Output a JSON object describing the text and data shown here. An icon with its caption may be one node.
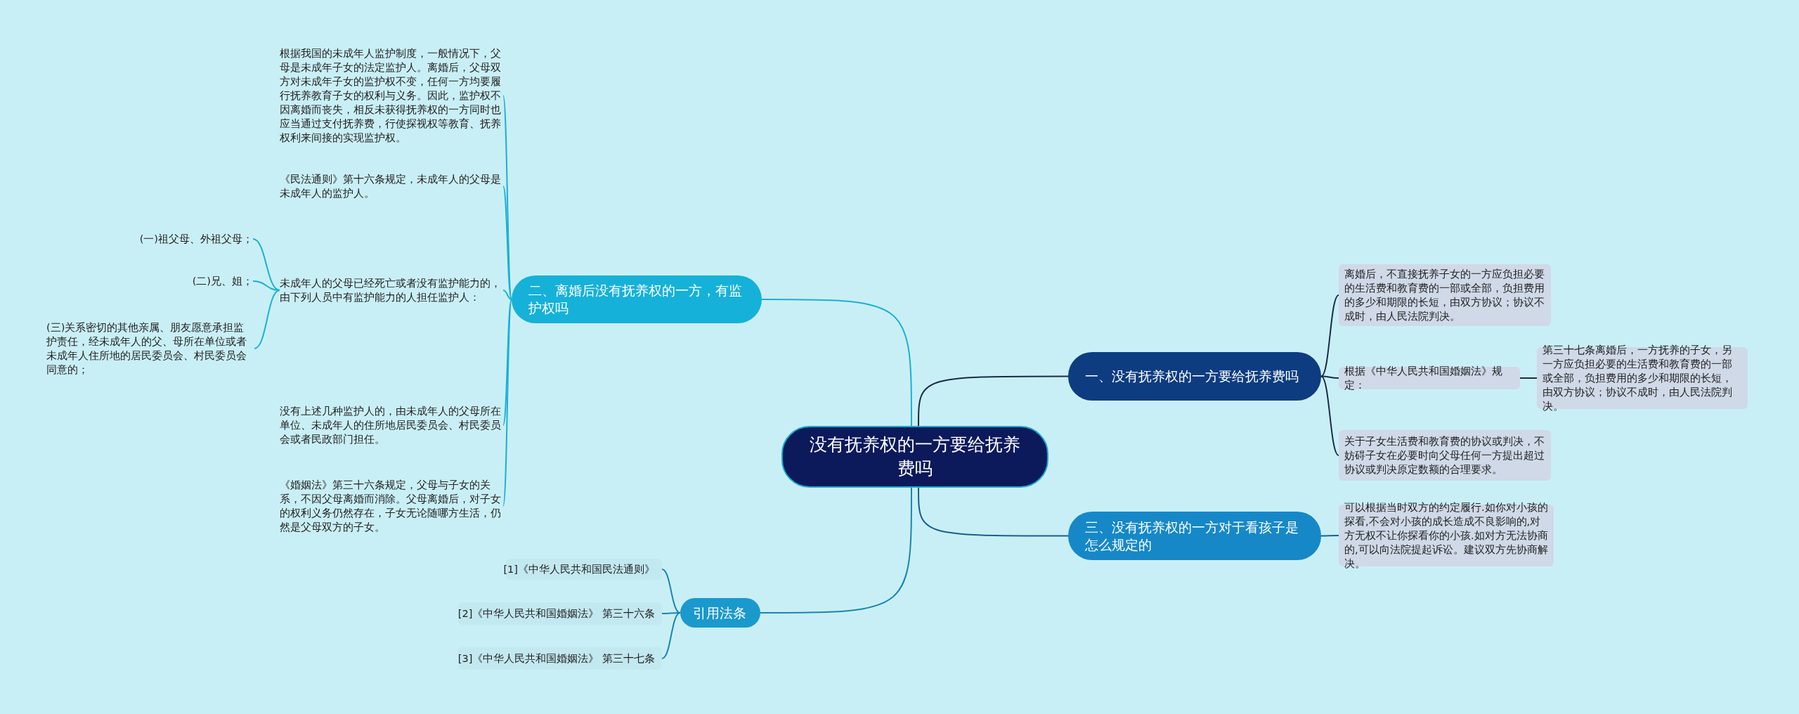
{
  "diagram": {
    "nodes": [
      {
        "text": [
          "没有抚养权的一方要给抚养费吗"
        ]
      },
      {
        "text": [
          "一、没有抚养权的一方要给抚养费吗"
        ]
      },
      {
        "text": [
          "二、离婚后没有抚养权的一方，有监护权吗"
        ]
      },
      {
        "text": [
          "三、没有抚养权的一方对于看孩子是怎么规定的"
        ]
      },
      {
        "text": [
          "引用法条"
        ]
      },
      {
        "text": [
          "离婚后，不直接抚养子女的一方应负担必要的生活费和教育费的一部或全部，负担费用的多少和期限的长短，由双方协议；协议不成时，由人民法院判决。"
        ]
      },
      {
        "text": [
          "根据《中华人民共和国婚姻法》规定："
        ]
      },
      {
        "text": [
          "第三十七条离婚后，一方抚养的子女，另一方应负担必要的生活费和教育费的一部或全部，负担费用的多少和期限的长短，由双方协议；协议不成时，由人民法院判决。"
        ]
      },
      {
        "text": [
          "关于子女生活费和教育费的协议或判决，不妨碍子女在必要时向父母任何一方提出超过协议或判决原定数额的合理要求。"
        ]
      },
      {
        "text": [
          "可以根据当时双方的约定履行.如你对小孩的探看,不会对小孩的成长造成不良影响的,对方无权不让你探看你的小孩.如对方无法协商的,可以向法院提起诉讼。建议双方先协商解决。"
        ]
      },
      {
        "text": [
          "根据我国的未成年人监护制度，一般情况下，父母是未成年子女的法定监护人。离婚后，父母双方对未成年子女的监护权不变，任何一方均要履行抚养教育子女的权利与义务。因此，监护权不因离婚而丧失，相反未获得抚养权的一方同时也应当通过支付抚养费，行使探视权等教育、抚养权利来间接的实现监护权。"
        ]
      },
      {
        "text": [
          "《民法通则》第十六条规定，未成年人的父母是未成年人的监护人。"
        ]
      },
      {
        "text": [
          "未成年人的父母已经死亡或者没有监护能力的，由下列人员中有监护能力的人担任监护人："
        ]
      },
      {
        "text": [
          "(一)祖父母、外祖父母；"
        ]
      },
      {
        "text": [
          "(二)兄、姐；"
        ]
      },
      {
        "text": [
          "(三)关系密切的其他亲属、朋友愿意承担监护责任，经未成年人的父、母所在单位或者未成年人住所地的居民委员会、村民委员会同意的；"
        ]
      },
      {
        "text": [
          "没有上述几种监护人的，由未成年人的父母所在单位、未成年人的住所地居民委员会、村民委员会或者民政部门担任。"
        ]
      },
      {
        "text": [
          "《婚姻法》第三十六条规定，父母与子女的关系，不因父母离婚而消除。父母离婚后，对子女的权利义务仍然存在，子女无论随哪方生活，仍然是父母双方的子女。"
        ]
      },
      {
        "text": [
          "[1]《中华人民共和国民法通则》"
        ]
      },
      {
        "text": [
          "[2]《中华人民共和国婚姻法》 第三十六条"
        ]
      },
      {
        "text": [
          "[3]《中华人民共和国婚姻法》 第三十七条"
        ]
      }
    ],
    "edges": [
      {
        "from": 0,
        "to": 1,
        "arrow": "none",
        "color": "#1b2a48"
      },
      {
        "from": 0,
        "to": 2,
        "arrow": "none"
      },
      {
        "from": 0,
        "to": 3,
        "arrow": "none",
        "color": "#1a5f90"
      },
      {
        "from": 0,
        "to": 4,
        "arrow": "none",
        "color": "#1a86b0"
      },
      {
        "from": 1,
        "to": 5,
        "arrow": "none",
        "color": "#1b2a48"
      },
      {
        "from": 1,
        "to": 6,
        "arrow": "none",
        "color": "#1b2a48"
      },
      {
        "from": 6,
        "to": 7,
        "arrow": "none",
        "color": "#1b2a48"
      },
      {
        "from": 1,
        "to": 8,
        "arrow": "none",
        "color": "#1b2a48"
      },
      {
        "from": 3,
        "to": 9,
        "arrow": "none",
        "color": "#1a5f90"
      },
      {
        "from": 2,
        "to": 10,
        "arrow": "none"
      },
      {
        "from": 2,
        "to": 11,
        "arrow": "none"
      },
      {
        "from": 2,
        "to": 12,
        "arrow": "none"
      },
      {
        "from": 12,
        "to": 13,
        "arrow": "none"
      },
      {
        "from": 12,
        "to": 14,
        "arrow": "none"
      },
      {
        "from": 12,
        "to": 15,
        "arrow": "none"
      },
      {
        "from": 2,
        "to": 16,
        "arrow": "none"
      },
      {
        "from": 2,
        "to": 17,
        "arrow": "none"
      },
      {
        "from": 4,
        "to": 18,
        "arrow": "none",
        "color": "#1a86b0"
      },
      {
        "from": 4,
        "to": 19,
        "arrow": "none",
        "color": "#1a86b0"
      },
      {
        "from": 4,
        "to": 20,
        "arrow": "none",
        "color": "#1a86b0"
      }
    ]
  }
}
